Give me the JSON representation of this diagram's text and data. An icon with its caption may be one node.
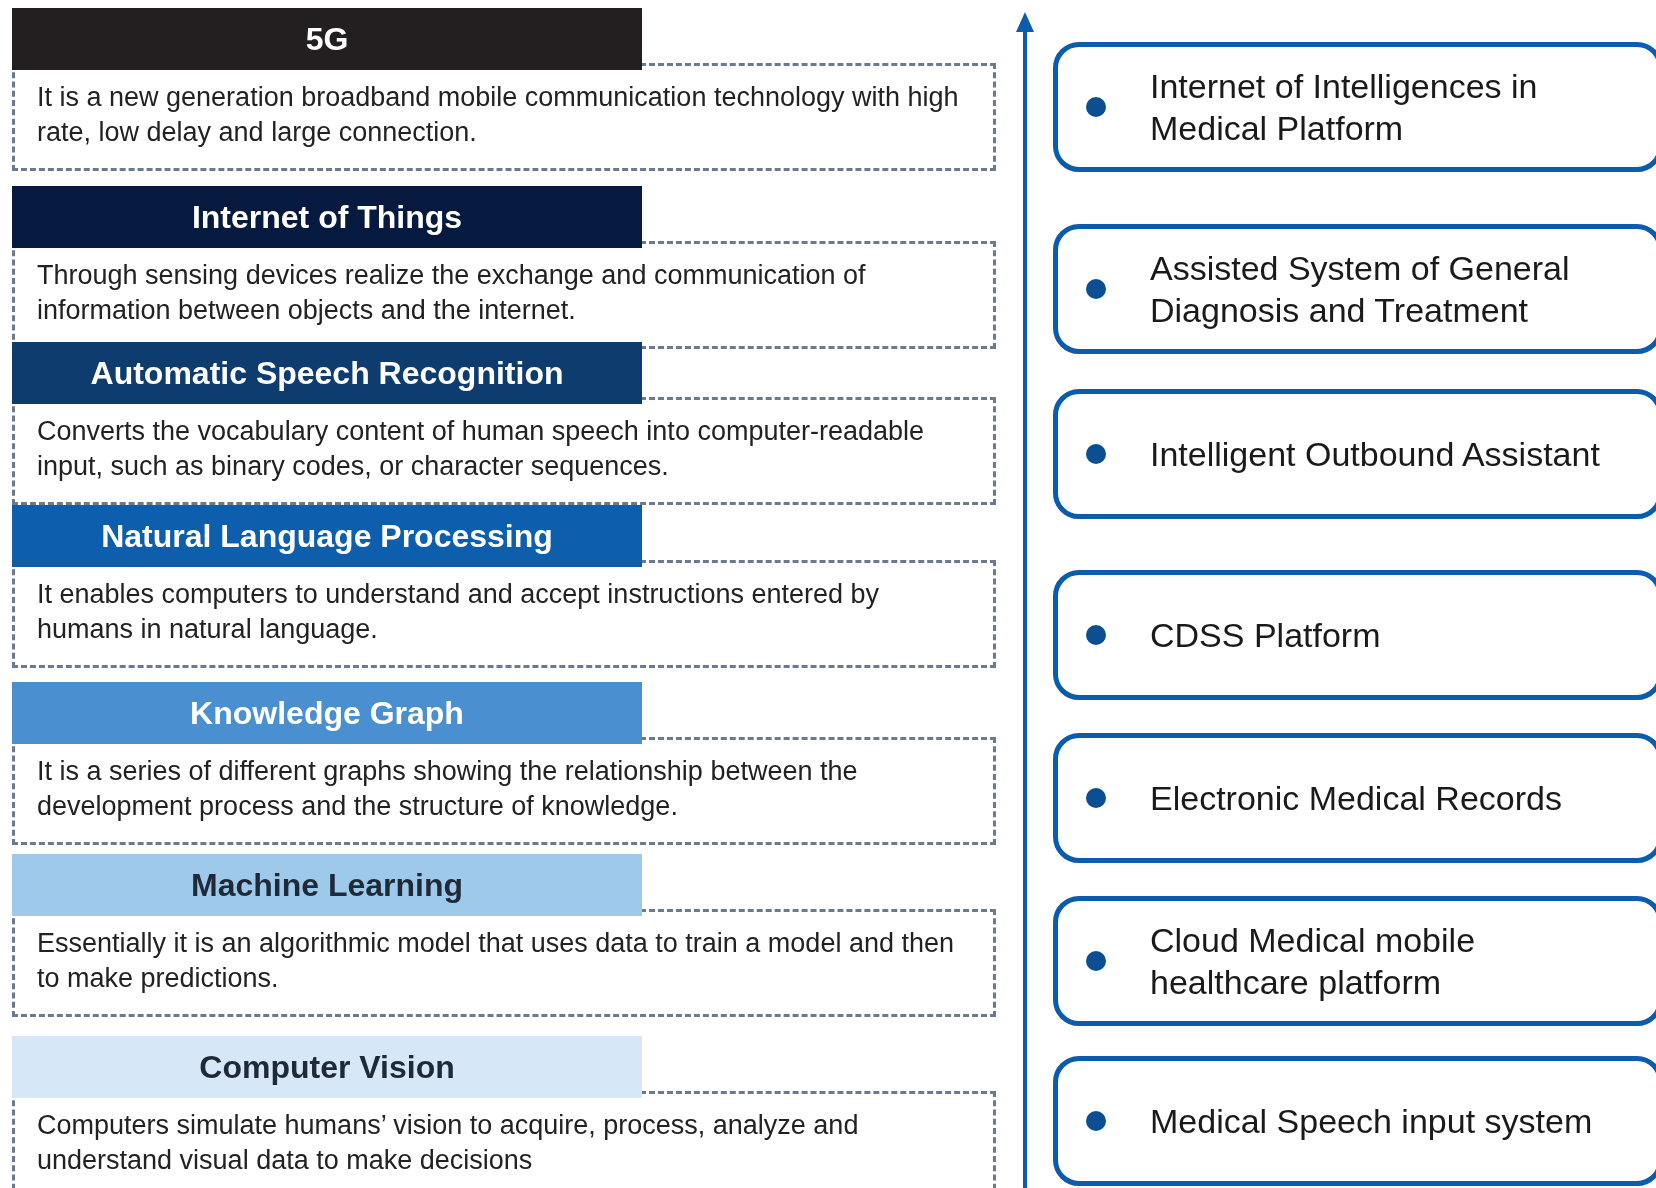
{
  "diagram": {
    "nodes": [
      {
        "text": [
          "5G",
          "It is a new generation broadband mobile communication technology with high rate, low delay and large connection."
        ]
      },
      {
        "text": [
          "Internet of Things",
          "Through sensing devices realize the exchange and communication of information between objects and the internet."
        ]
      },
      {
        "text": [
          "Automatic Speech Recognition",
          "Converts the vocabulary content of human speech into computer-readable input, such as binary codes, or character sequences."
        ]
      },
      {
        "text": [
          "Natural Language Processing",
          "It enables computers to understand and accept instructions entered by humans in natural language."
        ]
      },
      {
        "text": [
          "Knowledge Graph",
          "It is a series of different graphs showing the relationship between the development process and the structure of knowledge."
        ]
      },
      {
        "text": [
          "Machine Learning",
          "Essentially it is an algorithmic model that uses data to train a model and then to make predictions."
        ]
      },
      {
        "text": [
          "Computer Vision",
          "Computers simulate humans’ vision to acquire, process, analyze and understand visual data to make decisions"
        ]
      },
      {
        "text": [
          "Internet of Intelligences in Medical Platform"
        ]
      },
      {
        "text": [
          "Assisted System of General Diagnosis and Treatment"
        ]
      },
      {
        "text": [
          "Intelligent Outbound Assistant"
        ]
      },
      {
        "text": [
          "CDSS Platform"
        ]
      },
      {
        "text": [
          "Electronic Medical Records"
        ]
      },
      {
        "text": [
          "Cloud Medical mobile healthcare platform"
        ]
      },
      {
        "text": [
          "Medical Speech input system"
        ]
      }
    ]
  }
}
